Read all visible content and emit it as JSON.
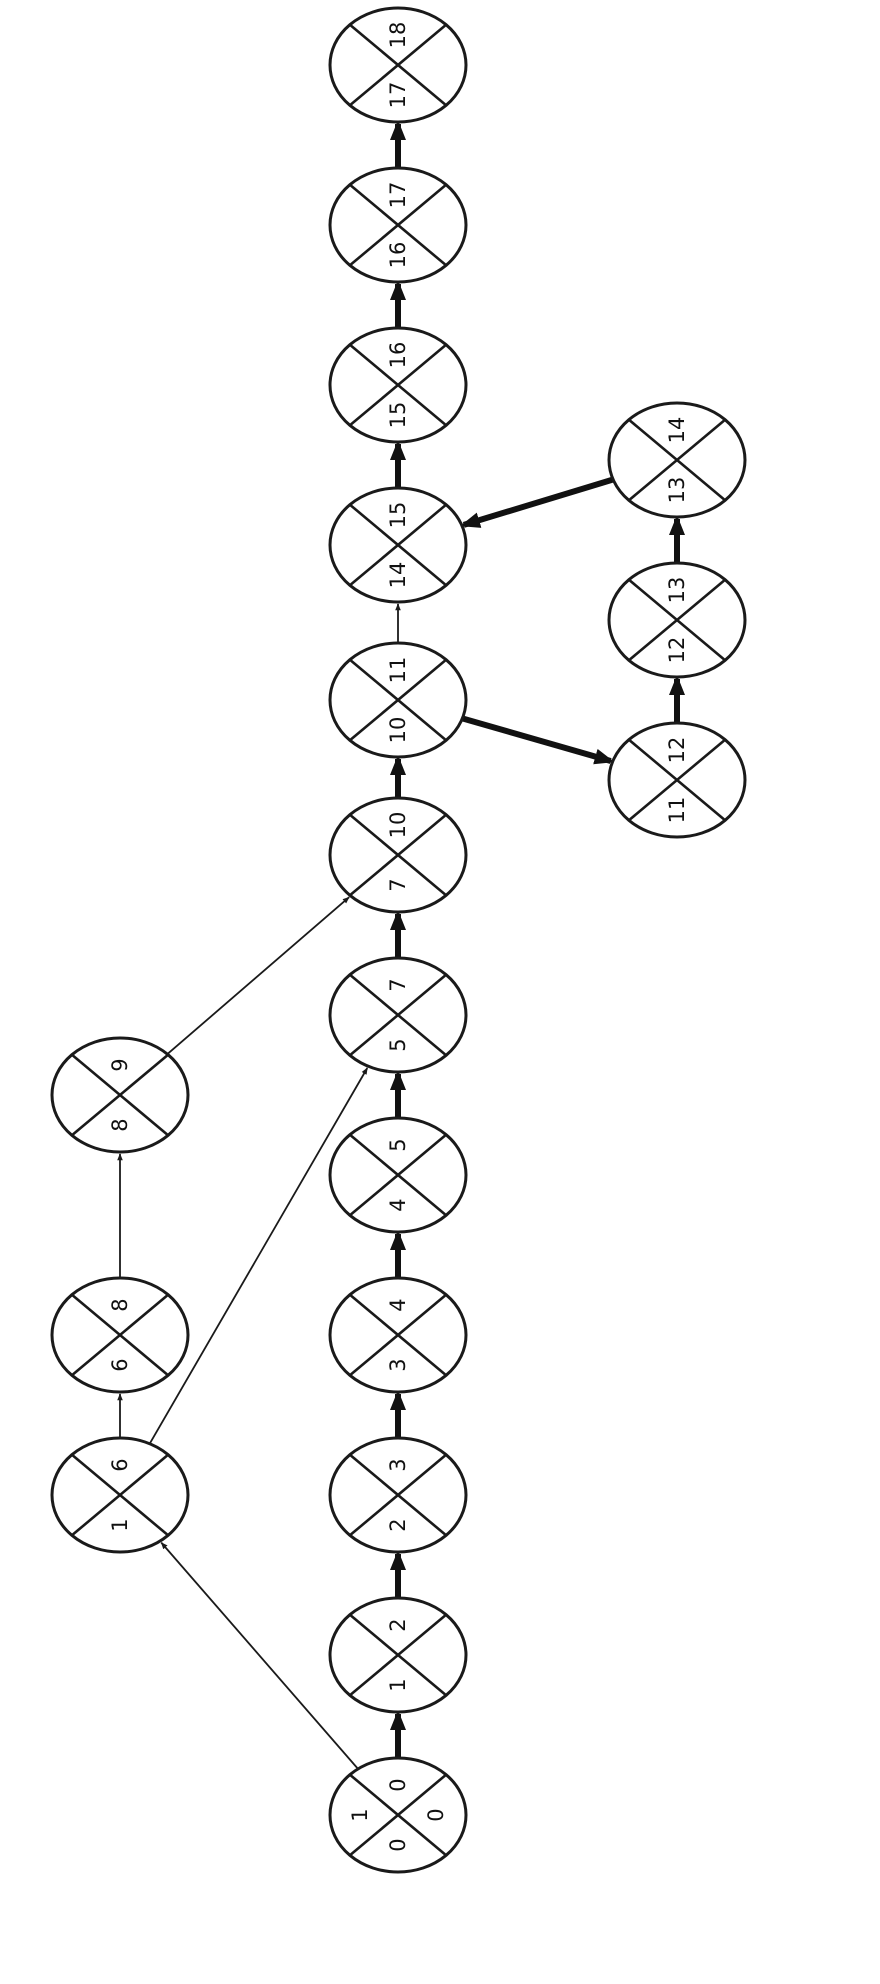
{
  "diagram": {
    "type": "network",
    "nodes": [
      {
        "id": "n0",
        "labels": {
          "left": "1",
          "top": "0",
          "bottom": "0",
          "right": "0"
        }
      },
      {
        "id": "n1",
        "labels": {
          "left": "",
          "top": "2",
          "bottom": "1",
          "right": ""
        }
      },
      {
        "id": "n2",
        "labels": {
          "left": "",
          "top": "3",
          "bottom": "2",
          "right": ""
        }
      },
      {
        "id": "n3",
        "labels": {
          "left": "",
          "top": "4",
          "bottom": "3",
          "right": ""
        }
      },
      {
        "id": "n4",
        "labels": {
          "left": "",
          "top": "5",
          "bottom": "4",
          "right": ""
        }
      },
      {
        "id": "n5",
        "labels": {
          "left": "",
          "top": "7",
          "bottom": "5",
          "right": ""
        }
      },
      {
        "id": "n6",
        "labels": {
          "left": "",
          "top": "10",
          "bottom": "7",
          "right": ""
        }
      },
      {
        "id": "n7",
        "labels": {
          "left": "",
          "top": "11",
          "bottom": "10",
          "right": ""
        }
      },
      {
        "id": "n8",
        "labels": {
          "left": "",
          "top": "15",
          "bottom": "14",
          "right": ""
        }
      },
      {
        "id": "n9",
        "labels": {
          "left": "",
          "top": "16",
          "bottom": "15",
          "right": ""
        }
      },
      {
        "id": "n10",
        "labels": {
          "left": "",
          "top": "17",
          "bottom": "16",
          "right": ""
        }
      },
      {
        "id": "n11",
        "labels": {
          "left": "",
          "top": "18",
          "bottom": "17",
          "right": ""
        }
      },
      {
        "id": "n12",
        "labels": {
          "left": "",
          "top": "6",
          "bottom": "1",
          "right": ""
        }
      },
      {
        "id": "n13",
        "labels": {
          "left": "",
          "top": "8",
          "bottom": "6",
          "right": ""
        }
      },
      {
        "id": "n14",
        "labels": {
          "left": "",
          "top": "9",
          "bottom": "8",
          "right": ""
        }
      },
      {
        "id": "n15",
        "labels": {
          "left": "",
          "top": "12",
          "bottom": "11",
          "right": ""
        }
      },
      {
        "id": "n16",
        "labels": {
          "left": "",
          "top": "13",
          "bottom": "12",
          "right": ""
        }
      },
      {
        "id": "n17",
        "labels": {
          "left": "",
          "top": "14",
          "bottom": "13",
          "right": ""
        }
      }
    ],
    "edges": [
      {
        "from": "n0",
        "to": "n1",
        "critical": true
      },
      {
        "from": "n1",
        "to": "n2",
        "critical": true
      },
      {
        "from": "n2",
        "to": "n3",
        "critical": true
      },
      {
        "from": "n3",
        "to": "n4",
        "critical": true
      },
      {
        "from": "n4",
        "to": "n5",
        "critical": true
      },
      {
        "from": "n5",
        "to": "n6",
        "critical": true
      },
      {
        "from": "n6",
        "to": "n7",
        "critical": true
      },
      {
        "from": "n7",
        "to": "n8",
        "critical": false
      },
      {
        "from": "n8",
        "to": "n9",
        "critical": true
      },
      {
        "from": "n9",
        "to": "n10",
        "critical": true
      },
      {
        "from": "n10",
        "to": "n11",
        "critical": true
      },
      {
        "from": "n0",
        "to": "n12",
        "critical": false
      },
      {
        "from": "n12",
        "to": "n13",
        "critical": false
      },
      {
        "from": "n13",
        "to": "n14",
        "critical": false
      },
      {
        "from": "n14",
        "to": "n6",
        "critical": false
      },
      {
        "from": "n12",
        "to": "n5",
        "critical": false
      },
      {
        "from": "n7",
        "to": "n15",
        "critical": true
      },
      {
        "from": "n15",
        "to": "n16",
        "critical": true
      },
      {
        "from": "n16",
        "to": "n17",
        "critical": true
      },
      {
        "from": "n17",
        "to": "n8",
        "critical": true
      }
    ]
  }
}
